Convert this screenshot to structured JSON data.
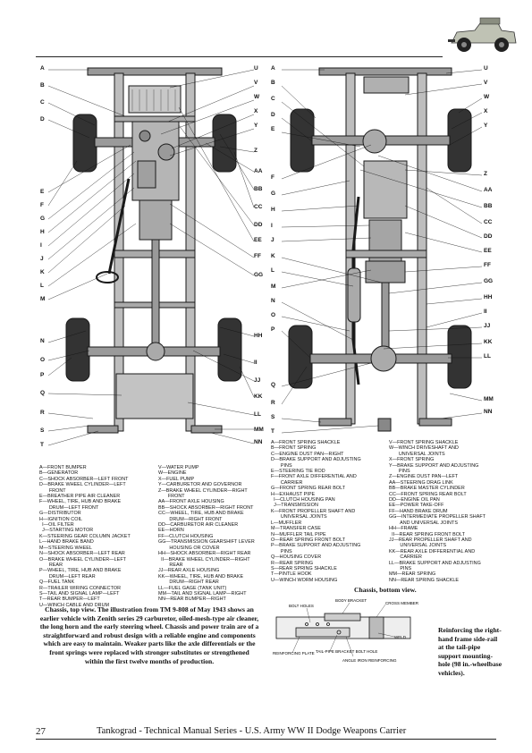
{
  "left_labels": [
    "A",
    "B",
    "C",
    "D",
    "E",
    "F",
    "G",
    "H",
    "I",
    "J",
    "K",
    "L",
    "M",
    "N",
    "O",
    "P",
    "Q",
    "R",
    "S",
    "T"
  ],
  "left_labels_r": [
    "U",
    "V",
    "W",
    "X",
    "Y",
    "Z",
    "AA",
    "BB",
    "CC",
    "DD",
    "EE",
    "FF",
    "GG",
    "HH",
    "II",
    "JJ",
    "KK",
    "LL",
    "MM",
    "NN"
  ],
  "right_labels": [
    "A",
    "B",
    "C",
    "D",
    "E",
    "F",
    "G",
    "H",
    "I",
    "J",
    "K",
    "L",
    "M",
    "N",
    "O",
    "P",
    "Q",
    "R",
    "S",
    "T"
  ],
  "right_labels_r": [
    "U",
    "V",
    "W",
    "X",
    "Y",
    "Z",
    "AA",
    "BB",
    "CC",
    "DD",
    "EE",
    "FF",
    "GG",
    "HH",
    "II",
    "JJ",
    "KK",
    "LL",
    "MM",
    "NN"
  ],
  "legend_left_col1": [
    "A—FRONT BUMPER",
    "B—GENERATOR",
    "C—SHOCK ABSORBER—LEFT FRONT",
    "D—BRAKE WHEEL CYLINDER—LEFT",
    "       FRONT",
    "E—BREATHER PIPE AIR CLEANER",
    "F—WHEEL, TIRE, HUB AND BRAKE",
    "       DRUM—LEFT FRONT",
    "G—DISTRIBUTOR",
    "H—IGNITION COIL",
    "  I—OIL FILTER",
    "  J—STARTING MOTOR",
    "K—STEERING GEAR COLUMN JACKET",
    "L—HAND BRAKE BAND",
    "M—STEERING WHEEL",
    "N—SHOCK ABSORBER—LEFT REAR",
    "O—BRAKE WHEEL CYLINDER—LEFT",
    "       REAR",
    "P—WHEEL, TIRE, HUB AND BRAKE",
    "       DRUM—LEFT REAR",
    "Q—FUEL TANK",
    "R—TRAILER WIRING CONNECTOR",
    "S—TAIL AND SIGNAL LAMP—LEFT",
    "T—REAR BUMPER—LEFT",
    "U—WINCH CABLE AND DRUM"
  ],
  "legend_left_col2": [
    "V—WATER PUMP",
    "W—ENGINE",
    "X—FUEL PUMP",
    "Y—CARBURETOR AND GOVERNOR",
    "Z—BRAKE WHEEL CYLINDER—RIGHT",
    "       FRONT",
    "AA—FRONT AXLE HOUSING",
    "BB—SHOCK ABSORBER—RIGHT FRONT",
    "CC—WHEEL, TIRE, HUB AND BRAKE",
    "        DRUM—RIGHT FRONT",
    "DD—CARBURETOR AIR CLEANER",
    "EE—HORN",
    "FF—CLUTCH HOUSING",
    "GG—TRANSMISSION GEARSHIFT LEVER",
    "        HOUSING OR COVER",
    "HH—SHOCK ABSORBER—RIGHT REAR",
    "  II—BRAKE WHEEL CYLINDER—RIGHT",
    "        REAR",
    "JJ—REAR AXLE HOUSING",
    "KK—WHEEL, TIRE, HUB AND BRAKE",
    "        DRUM—RIGHT REAR",
    "LL—FUEL GAGE (TANK UNIT)",
    "MM—TAIL AND SIGNAL LAMP—RIGHT",
    "NN—REAR BUMPER—RIGHT"
  ],
  "legend_right_col1": [
    "A—FRONT SPRING SHACKLE",
    "B—FRONT SPRING",
    "C—ENGINE DUST PAN—RIGHT",
    "D—BRAKE SUPPORT AND ADJUSTING",
    "       PINS",
    "E—STEERING TIE ROD",
    "F—FRONT AXLE DIFFERENTIAL AND",
    "       CARRIER",
    "G—FRONT SPRING REAR BOLT",
    "H—EXHAUST PIPE",
    "  I—CLUTCH HOUSING PAN",
    "  J—TRANSMISSION",
    "K—FRONT PROPELLER SHAFT AND",
    "       UNIVERSAL JOINTS",
    "L—MUFFLER",
    "M—TRANSFER CASE",
    "N—MUFFLER TAIL PIPE",
    "O—REAR SPRING FRONT BOLT",
    "P—BRAKE SUPPORT AND ADJUSTING",
    "       PINS",
    "Q—HOUSING COVER",
    "R—REAR SPRING",
    "S—REAR SPRING SHACKLE",
    "T—PINTLE HOOK",
    "U—WINCH WORM HOUSING"
  ],
  "legend_right_col2": [
    "V—FRONT SPRING SHACKLE",
    "W—WINCH DRIVESHAFT AND",
    "       UNIVERSAL JOINTS",
    "X—FRONT SPRING",
    "Y—BRAKE SUPPORT AND ADJUSTING",
    "       PINS",
    "Z—ENGINE DUST PAN—LEFT",
    "AA—STEERING DRAG LINK",
    "BB—BRAKE MASTER CYLINDER",
    "CC—FRONT SPRING REAR BOLT",
    "DD—ENGINE OIL PAN",
    "EE—POWER TAKE-OFF",
    "FF—HAND BRAKE DRUM",
    "GG—INTERMEDIATE PROPELLER SHAFT",
    "        AND UNIVERSAL JOINTS",
    "HH—FRAME",
    "  II—REAR SPRING FRONT BOLT",
    "JJ—REAR PROPELLER SHAFT AND",
    "        UNIVERSAL JOINTS",
    "KK—REAR AXLE DIFFERENTIAL AND",
    "        CARRIER",
    "LL—BRAKE SUPPORT AND ADJUSTING",
    "        PINS",
    "MM—REAR SPRING",
    "NN—REAR SPRING SHACKLE"
  ],
  "subtitle": "Chassis, bottom view.",
  "caption_left": "Chassis, top view. The illustration from TM 9-808 of May 1943 shows an earlier vehicle with Zenith series 29 carburetor, oiled-mesh-type air cleaner, the long horn and the early steering wheel. Chassis and power train are of a straightforward and robust design with a reliable engine and components which are easy to maintain. Weaker parts like the axle differentials or the front springs were replaced with stronger substitutes or strengthened within the first twelve months of production.",
  "caption_right": "Reinforcing the right-hand frame side-rail at the tail-pipe support mounting-hole (98 in.-wheelbase vehicles).",
  "detail_labels": {
    "body_bracket": "BODY BRACKET",
    "bolt_holes": "BOLT HOLES",
    "cross_member": "CROSS MEMBER",
    "weld": "WELD",
    "reinforcing_plate": "REINFORCING PLATE",
    "tail_pipe_bracket": "TAIL-PIPE BRACKET BOLT HOLE",
    "angle_iron": "ANGLE IRON REINFORCING"
  },
  "page_number": "27",
  "footer": "Tankograd - Technical Manual Series - U.S. Army WW II Dodge Weapons Carrier"
}
